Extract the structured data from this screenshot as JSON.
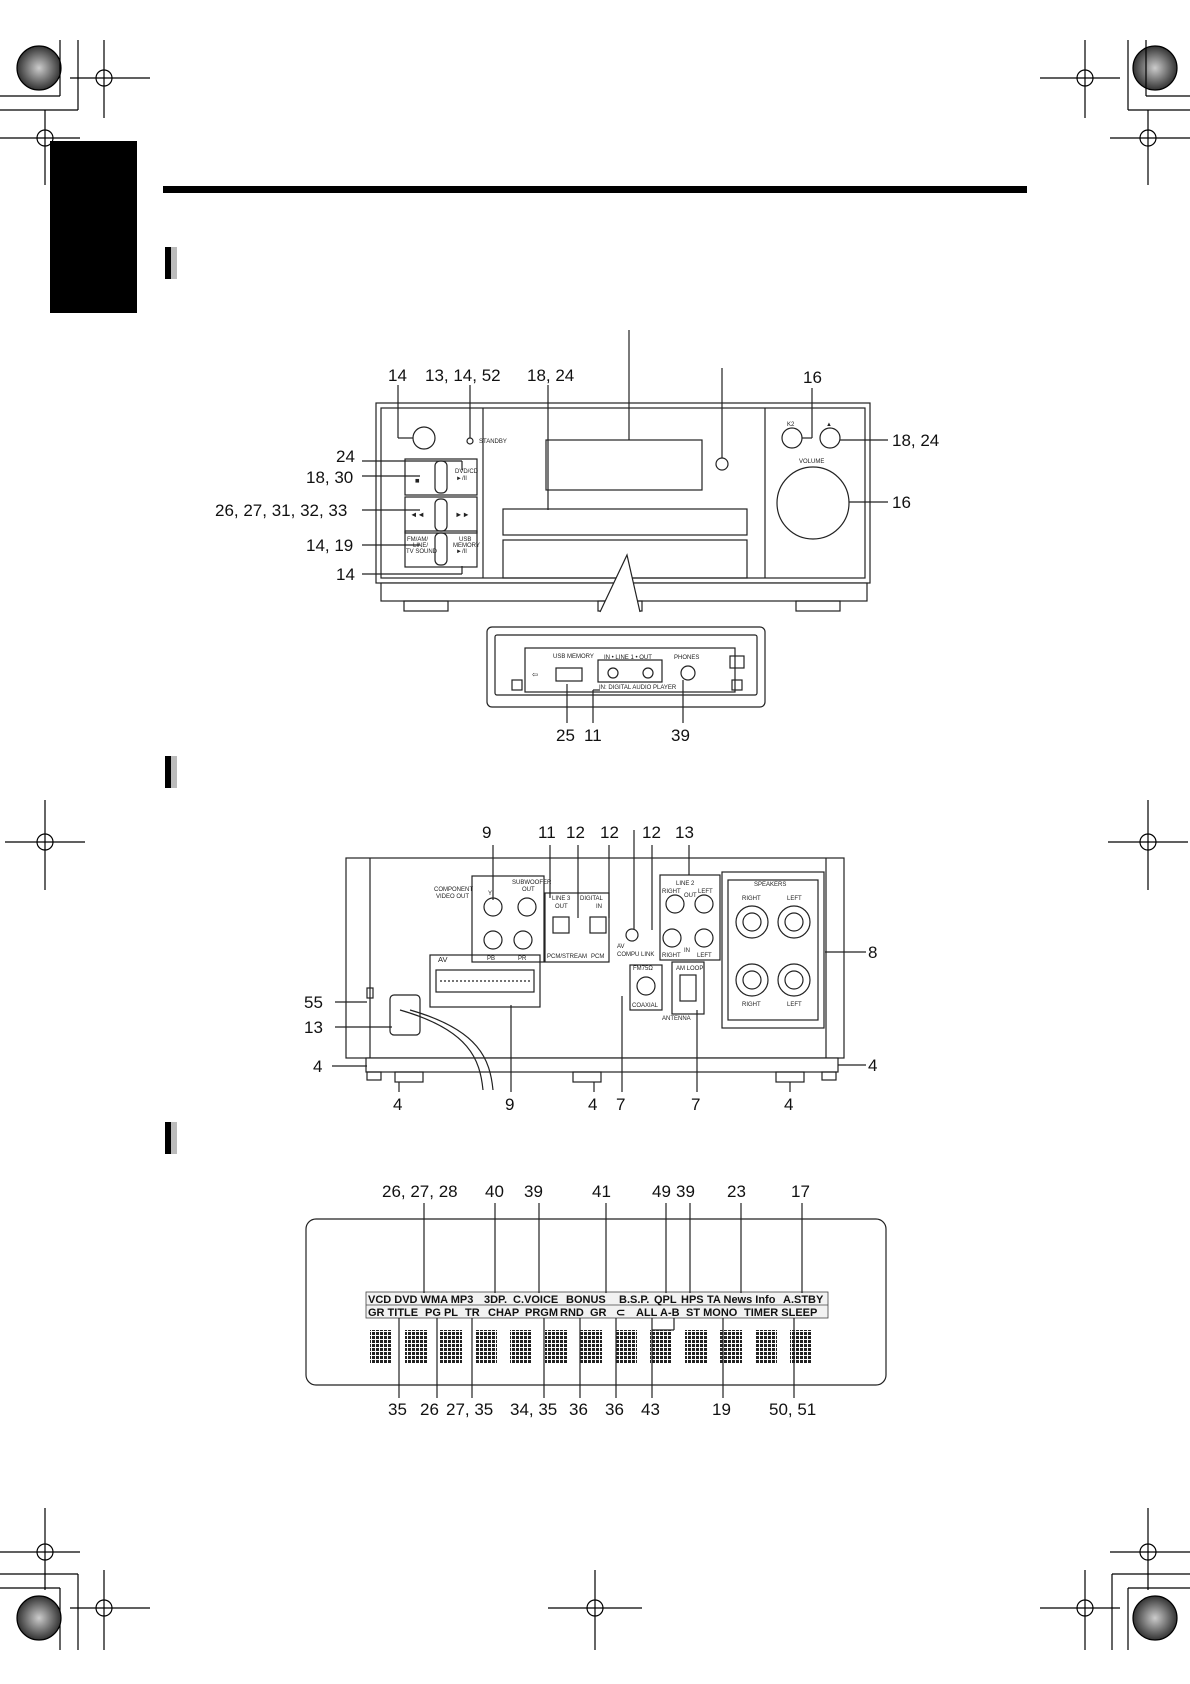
{
  "panel": {
    "labels": {
      "standby": "STANDBY",
      "dvd_cd": "DVD/CD",
      "play_pause": "►/II",
      "fm_am": "FM/AM/",
      "line_tv": "LINE/",
      "tv_sound": "TV SOUND",
      "usb": "USB",
      "memory": "MEMORY",
      "k2": "K2",
      "volume": "VOLUME",
      "usb_memory": "USB MEMORY",
      "line1": "IN  •  LINE 1  •  OUT",
      "digital_player": "IN: DIGITAL AUDIO PLAYER",
      "phones": "PHONES"
    },
    "callouts": {
      "c14_top": "14",
      "c13_14_52": "13, 14, 52",
      "c18_24_top": "18, 24",
      "c16_top": "16",
      "c24": "24",
      "c18_30": "18, 30",
      "c26_33": "26, 27, 31, 32, 33",
      "c14_19": "14, 19",
      "c14_bottom": "14",
      "c18_24_right": "18, 24",
      "c16_right": "16",
      "c25": "25",
      "c11": "11",
      "c39": "39"
    }
  },
  "rear": {
    "labels": {
      "component_video": "COMPONENT",
      "video_out": "VIDEO OUT",
      "y": "Y",
      "pb": "PB",
      "pr": "PR",
      "subwoofer": "SUBWOOFER",
      "out": "OUT",
      "line3": "LINE 3",
      "digital": "DIGITAL",
      "in": "IN",
      "pcm_stream": "PCM/STREAM",
      "pcm": "PCM",
      "av_compu": "AV",
      "compu_link": "COMPU LINK",
      "line2": "LINE 2",
      "right": "RIGHT",
      "left": "LEFT",
      "speakers": "SPEAKERS",
      "av": "AV",
      "fm75": "FM75Ω",
      "coaxial": "COAXIAL",
      "am_loop": "AM LOOP",
      "antenna": "ANTENNA"
    },
    "callouts": {
      "c9_top": "9",
      "c11": "11",
      "c12a": "12",
      "c12b": "12",
      "c12c": "12",
      "c13": "13",
      "c8": "8",
      "c55": "55",
      "c13_left": "13",
      "c4_left": "4",
      "c4_a": "4",
      "c9_bottom": "9",
      "c4_b": "4",
      "c7_a": "7",
      "c7_b": "7",
      "c4_c": "4",
      "c4_right": "4"
    }
  },
  "display": {
    "row1": [
      "VCD DVD WMA MP3",
      "3DP.",
      "C.VOICE",
      "BONUS",
      "B.S.P.",
      "QPL",
      "HPS",
      "TA News Info",
      "A.STBY"
    ],
    "row2": [
      "GR TITLE",
      "PG PL",
      "TR",
      "CHAP",
      "PRGM",
      "RND",
      "GR",
      "⊂",
      "ALL",
      "A-B",
      "ST MONO",
      "TIMER SLEEP"
    ],
    "callouts_top": [
      "26, 27, 28",
      "40",
      "39",
      "41",
      "49",
      "39",
      "23",
      "17"
    ],
    "callouts_bottom": [
      "35",
      "26",
      "27, 35",
      "34, 35",
      "36",
      "36",
      "43",
      "19",
      "50, 51"
    ]
  }
}
